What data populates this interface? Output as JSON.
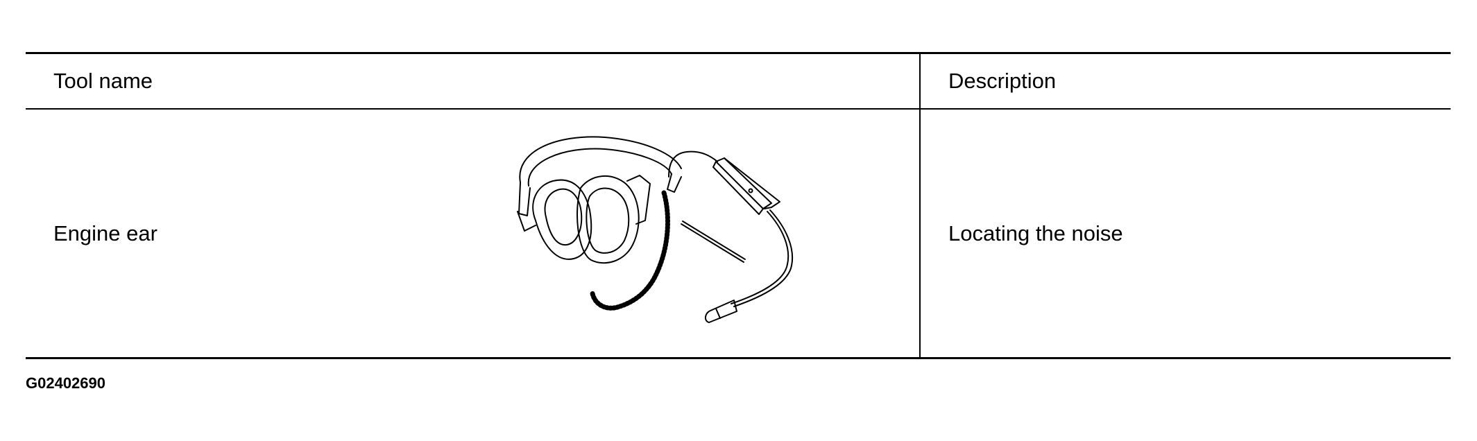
{
  "table": {
    "headers": {
      "tool_name": "Tool name",
      "description": "Description"
    },
    "rows": [
      {
        "tool_name": "Engine ear",
        "description": "Locating the noise",
        "illustration_icon": "headphones-with-probe-icon"
      }
    ]
  },
  "figure_code": "G02402690"
}
